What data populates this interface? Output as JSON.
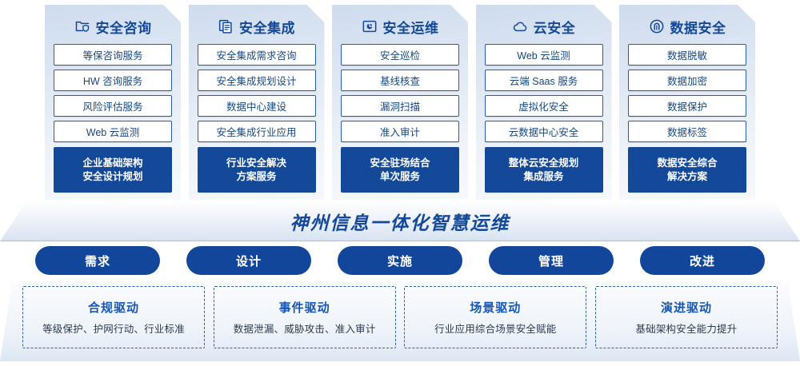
{
  "columns": [
    {
      "icon": "folder-shield-icon",
      "title": "安全咨询",
      "items": [
        "等保咨询服务",
        "HW 咨询服务",
        "风险评估服务",
        "Web 云监测"
      ],
      "summary": [
        "企业基础架构",
        "安全设计规划"
      ]
    },
    {
      "icon": "documents-copy-icon",
      "title": "安全集成",
      "items": [
        "安全集成需求咨询",
        "安全集成规划设计",
        "数据中心建设",
        "安全集成行业应用"
      ],
      "summary": [
        "行业安全解决",
        "方案服务"
      ]
    },
    {
      "icon": "pie-chart-box-icon",
      "title": "安全运维",
      "items": [
        "安全巡检",
        "基线核查",
        "漏洞扫描",
        "准入审计"
      ],
      "summary": [
        "安全驻场结合",
        "单次服务"
      ]
    },
    {
      "icon": "cloud-icon",
      "title": "云安全",
      "items": [
        "Web 云监测",
        "云端 Saas 服务",
        "虚拟化安全",
        "云数据中心安全"
      ],
      "summary": [
        "整体云安全规划",
        "集成服务"
      ]
    },
    {
      "icon": "fingerprint-icon",
      "title": "数据安全",
      "items": [
        "数据脱敏",
        "数据加密",
        "数据保护",
        "数据标签"
      ],
      "summary": [
        "数据安全综合",
        "解决方案"
      ]
    }
  ],
  "band": {
    "title": "神州信息一体化智慧运维"
  },
  "pills": [
    {
      "label": "需求"
    },
    {
      "label": "设计"
    },
    {
      "label": "实施"
    },
    {
      "label": "管理"
    },
    {
      "label": "改进"
    }
  ],
  "drivers": [
    {
      "title": "合规驱动",
      "desc": "等级保护、护网行动、行业标准"
    },
    {
      "title": "事件驱动",
      "desc": "数据泄漏、威胁攻击、准入审计"
    },
    {
      "title": "场景驱动",
      "desc": "行业应用综合场景安全赋能"
    },
    {
      "title": "演进驱动",
      "desc": "基础架构安全能力提升"
    }
  ],
  "colors": {
    "brand_blue": "#14499a",
    "pill_blue": "#11469b",
    "item_border": "#2a5fa8",
    "driver_title": "#1556b5"
  }
}
